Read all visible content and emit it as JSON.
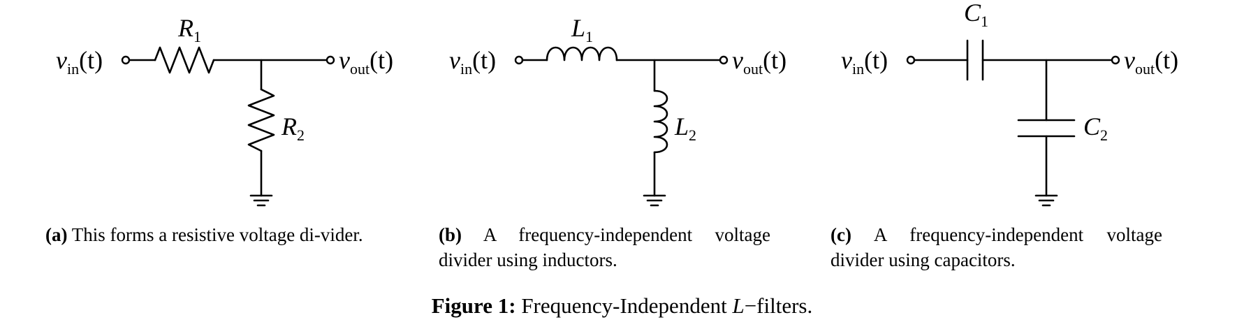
{
  "panels": [
    {
      "id": "a",
      "series_label": "R",
      "series_sub": "1",
      "shunt_label": "R",
      "shunt_sub": "2",
      "input_label": "v",
      "input_sub": "in",
      "output_label": "v",
      "output_sub": "out",
      "arg": "(t)",
      "caption_tag": "(a)",
      "caption_text": "This forms a resistive voltage di-vider."
    },
    {
      "id": "b",
      "series_label": "L",
      "series_sub": "1",
      "shunt_label": "L",
      "shunt_sub": "2",
      "input_label": "v",
      "input_sub": "in",
      "output_label": "v",
      "output_sub": "out",
      "arg": "(t)",
      "caption_tag": "(b)",
      "caption_text": "A frequency-independent voltage divider using inductors."
    },
    {
      "id": "c",
      "series_label": "C",
      "series_sub": "1",
      "shunt_label": "C",
      "shunt_sub": "2",
      "input_label": "v",
      "input_sub": "in",
      "output_label": "v",
      "output_sub": "out",
      "arg": "(t)",
      "caption_tag": "(c)",
      "caption_text": "A frequency-independent voltage divider using capacitors."
    }
  ],
  "figure_caption": {
    "tag": "Figure 1:",
    "text_before": "Frequency-Independent ",
    "symbol": "L",
    "text_after": "−filters."
  }
}
